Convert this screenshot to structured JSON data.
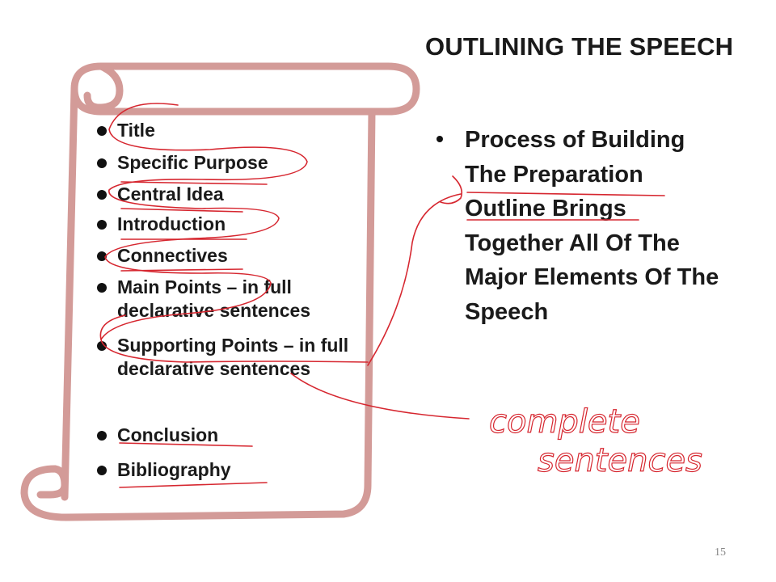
{
  "slide": {
    "title": "OUTLINING THE SPEECH",
    "checklist": [
      {
        "label": "Title"
      },
      {
        "label": "Specific Purpose"
      },
      {
        "label": "Central Idea"
      },
      {
        "label": "Introduction"
      },
      {
        "label": "Connectives"
      },
      {
        "label": "Main Points – in full declarative sentences"
      },
      {
        "label": "Supporting Points – in full declarative sentences"
      },
      {
        "label": "Conclusion"
      },
      {
        "label": "Bibliography"
      }
    ],
    "main_bullet": "Process of Building The Preparation Outline Brings Together All Of The Major Elements Of The Speech",
    "page_number": "15"
  },
  "annotations": {
    "handwritten_note": "complete sentences",
    "ink_color": "#d6262f"
  },
  "colors": {
    "scroll_outline": "#d39b98",
    "text": "#1a1a1a"
  }
}
